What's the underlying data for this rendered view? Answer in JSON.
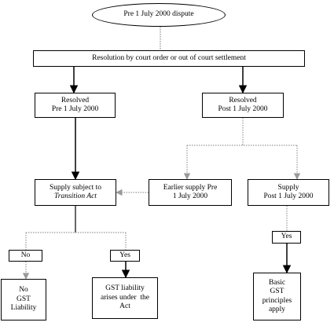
{
  "nodes": {
    "start": {
      "lines": [
        "Pre 1 July 2000 dispute"
      ]
    },
    "resolution": {
      "lines": [
        "Resolution by court order or out of court settlement"
      ]
    },
    "resolved_pre": {
      "lines": [
        "Resolved",
        "Pre 1 July 2000"
      ]
    },
    "resolved_post": {
      "lines": [
        "Resolved",
        "Post 1 July 2000"
      ]
    },
    "supply_transition": {
      "lines": [
        "Supply subject to",
        "Transition Act"
      ]
    },
    "earlier_supply": {
      "lines": [
        "Earlier supply Pre",
        "1 July 2000"
      ]
    },
    "supply_post": {
      "lines": [
        "Supply",
        "Post 1 July 2000"
      ]
    },
    "no": {
      "lines": [
        "No"
      ]
    },
    "yes_left": {
      "lines": [
        "Yes"
      ]
    },
    "yes_right": {
      "lines": [
        "Yes"
      ]
    },
    "no_gst": {
      "lines": [
        "No",
        "GST",
        "Liability"
      ]
    },
    "gst_liability": {
      "lines": [
        "GST liability",
        "arises under  the",
        "Act"
      ]
    },
    "basic_gst": {
      "lines": [
        "Basic",
        "GST",
        "principles",
        "apply"
      ]
    }
  },
  "colors": {
    "line": "#000000",
    "dotted": "#888888",
    "background": "#ffffff"
  }
}
